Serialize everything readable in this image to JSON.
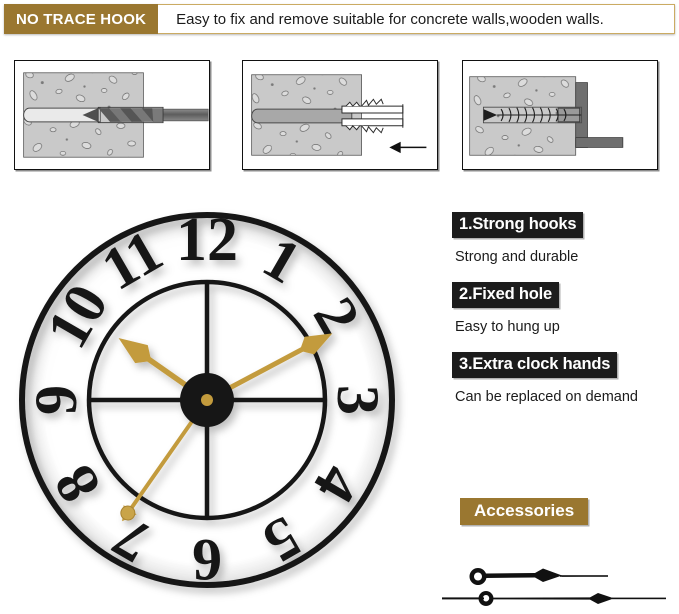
{
  "header": {
    "tag": "NO TRACE HOOK",
    "description": "Easy to fix and remove suitable for concrete walls,wooden walls.",
    "tag_color": "#9a7730",
    "text_color": "#ffffff"
  },
  "steps": [
    {
      "id": "step-drill",
      "caption": "",
      "icon": "drill-bit-icon",
      "description": "Drill bit boring a hole into a concrete wall"
    },
    {
      "id": "step-anchor",
      "caption": "",
      "icon": "wall-anchor-icon",
      "description": "Wall plug anchor pushed into the drilled hole, arrow pointing left"
    },
    {
      "id": "step-screw",
      "caption": "",
      "icon": "screw-bracket-icon",
      "description": "Screw fastening a hook bracket into the anchor"
    }
  ],
  "clock": {
    "numerals": [
      "12",
      "1",
      "2",
      "3",
      "4",
      "5",
      "6",
      "7",
      "8",
      "9",
      "10",
      "11"
    ],
    "frame_color": "#151515",
    "hand_color": "#c39b3e",
    "hub_color": "#141414",
    "time": {
      "hour_angle": -55,
      "minute_angle": 62,
      "second_angle": 215
    }
  },
  "features": [
    {
      "label": "1.Strong hooks",
      "desc": "Strong and durable"
    },
    {
      "label": "2.Fixed hole",
      "desc": "Easy to hung up"
    },
    {
      "label": "3.Extra clock hands",
      "desc": "Can be replaced on demand"
    }
  ],
  "accessories": {
    "label": "Accessories",
    "label_color": "#9a7730",
    "items": [
      {
        "name": "spare-hour-hand",
        "color": "#111111"
      },
      {
        "name": "spare-minute-hand",
        "color": "#111111"
      }
    ]
  },
  "palette": {
    "gold": "#9a7730",
    "gold_border": "#cbab62",
    "black": "#1c1c1c",
    "concrete": "#c9c9c9",
    "metal_dark": "#6f6f6f",
    "metal_light": "#b4b4b4",
    "white": "#ffffff"
  }
}
